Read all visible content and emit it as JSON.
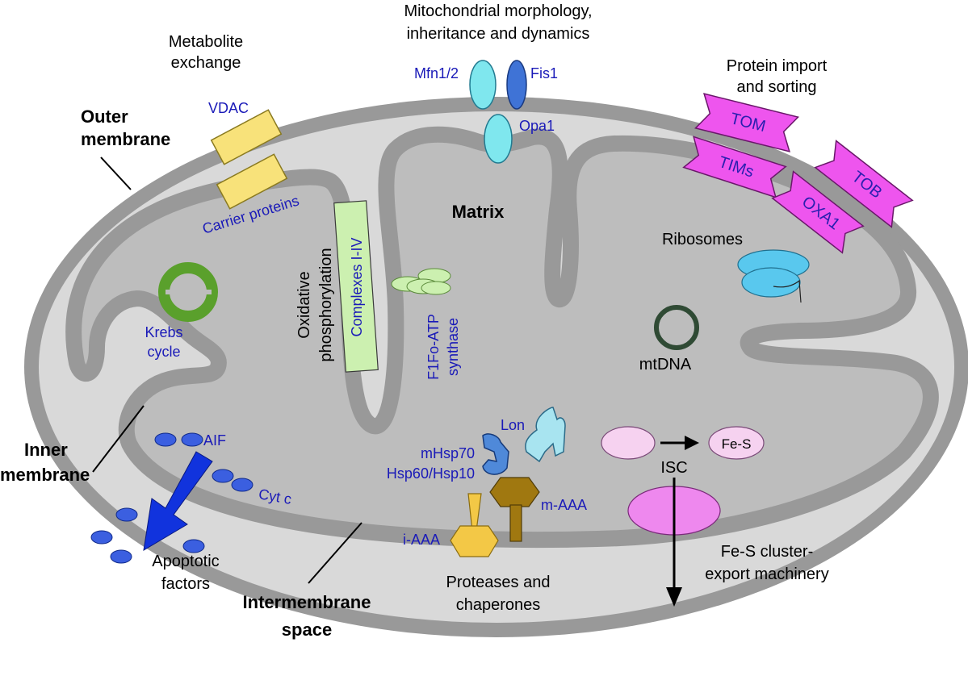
{
  "colors": {
    "membrane": "#999999",
    "matrix": "#bdbdbd",
    "ims": "#d9d9d9",
    "label_blue": "#1a1ab8",
    "magenta": "#ee55ee",
    "yellow": "#f8e27a",
    "krebs": "#5aa02c",
    "cyan": "#7fe7ee",
    "fis_blue": "#3f73d6",
    "light_green": "#ccf0b0",
    "ribosome": "#59c8ee",
    "lon": "#a8e4f0",
    "mhsp": "#4f89d9",
    "maaa": "#a07810",
    "iaaa": "#f3c846",
    "pink_light": "#f6d2f0",
    "pink": "#ee88ee",
    "aif_arrow": "#1133dd"
  },
  "labels": {
    "morphology": [
      "Mitochondrial morphology,",
      "inheritance and dynamics"
    ],
    "metabolite": [
      "Metabolite",
      "exchange"
    ],
    "outer_membrane": [
      "Outer",
      "membrane"
    ],
    "inner_membrane": [
      "Inner",
      "membrane"
    ],
    "intermembrane_space": [
      "Intermembrane",
      "space"
    ],
    "protein_import": [
      "Protein import",
      "and sorting"
    ],
    "matrix": "Matrix",
    "ribosomes": "Ribosomes",
    "mtdna": "mtDNA",
    "oxphos": [
      "Oxidative",
      "phosphorylation"
    ],
    "complexes": "Complexes I-IV",
    "f1fo": [
      "F1Fo-ATP",
      "synthase"
    ],
    "krebs": [
      "Krebs",
      "cycle"
    ],
    "vdac": "VDAC",
    "carrier": "Carrier proteins",
    "mfn": "Mfn1/2",
    "fis1": "Fis1",
    "opa1": "Opa1",
    "tom": "TOM",
    "tims": "TIMs",
    "oxa1": "OXA1",
    "tob": "TOB",
    "lon": "Lon",
    "mhsp": [
      "mHsp70",
      "Hsp60/Hsp10"
    ],
    "maaa": "m-AAA",
    "iaaa": "i-AAA",
    "proteases": [
      "Proteases and",
      "chaperones"
    ],
    "fes": "Fe-S",
    "isc": "ISC",
    "fes_export": [
      "Fe-S cluster-",
      "export machinery"
    ],
    "aif": "AIF",
    "cytc": "Cyt c",
    "apoptotic": [
      "Apoptotic",
      "factors"
    ]
  }
}
